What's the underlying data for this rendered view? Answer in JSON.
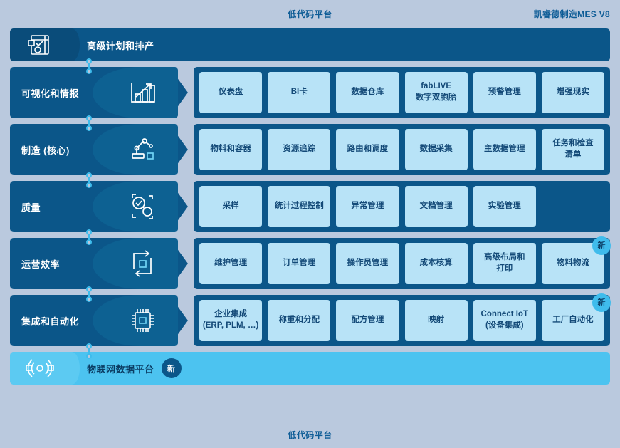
{
  "header": {
    "center_title": "低代码平台",
    "right_title": "凯睿德制造MES V8"
  },
  "footer": {
    "center_title": "低代码平台"
  },
  "top_bar": {
    "label": "高级计划和排产",
    "icon": "planning-board-icon"
  },
  "bottom_bar": {
    "label": "物联网数据平台",
    "badge": "新",
    "icon": "iot-sensor-icon"
  },
  "colors": {
    "background": "#bac9de",
    "panel": "#0b5689",
    "panel_sheen": "#0d6192",
    "tile": "#b8e3f7",
    "tile_text": "#144a78",
    "accent": "#3fbcec",
    "iot_bar": "#4cc3f0",
    "heading_text": "#0d5c96"
  },
  "rows": [
    {
      "label": "可视化和情报",
      "icon": "bar-chart-growth-icon",
      "tiles": [
        {
          "label": "仪表盘"
        },
        {
          "label": "BI卡"
        },
        {
          "label": "数据仓库"
        },
        {
          "label": "fabLIVE\n数字双胞胎"
        },
        {
          "label": "预警管理"
        },
        {
          "label": "增强现实"
        }
      ]
    },
    {
      "label": "制造 (核心)",
      "icon": "robot-arm-icon",
      "tiles": [
        {
          "label": "物料和容器"
        },
        {
          "label": "资源追踪"
        },
        {
          "label": "路由和调度"
        },
        {
          "label": "数据采集"
        },
        {
          "label": "主数据管理"
        },
        {
          "label": "任务和检查\n清单"
        }
      ]
    },
    {
      "label": "质量",
      "icon": "magnifier-check-icon",
      "tiles": [
        {
          "label": "采样"
        },
        {
          "label": "统计过程控制"
        },
        {
          "label": "异常管理"
        },
        {
          "label": "文档管理"
        },
        {
          "label": "实验管理"
        },
        {
          "label": "",
          "empty": true
        }
      ]
    },
    {
      "label": "运营效率",
      "icon": "refresh-cycle-icon",
      "tiles": [
        {
          "label": "维护管理"
        },
        {
          "label": "订单管理"
        },
        {
          "label": "操作员管理"
        },
        {
          "label": "成本核算"
        },
        {
          "label": "高级布局和\n打印"
        },
        {
          "label": "物料物流",
          "badge": "新"
        }
      ]
    },
    {
      "label": "集成和自动化",
      "icon": "chip-icon",
      "tiles": [
        {
          "label": "企业集成\n(ERP, PLM, …)"
        },
        {
          "label": "称重和分配"
        },
        {
          "label": "配方管理"
        },
        {
          "label": "映射"
        },
        {
          "label": "Connect IoT\n(设备集成)"
        },
        {
          "label": "工厂自动化",
          "badge": "新"
        }
      ]
    }
  ]
}
